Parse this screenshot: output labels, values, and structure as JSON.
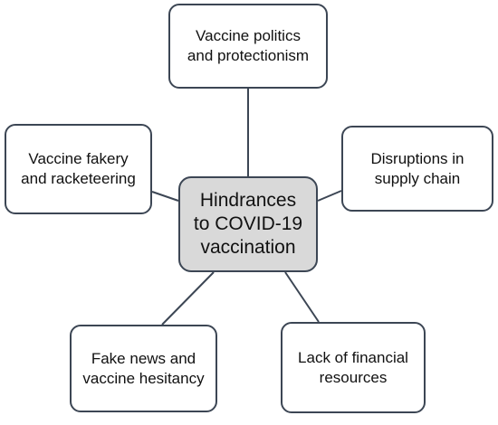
{
  "diagram": {
    "center": {
      "line1": "Hindrances",
      "line2": "to COVID-19",
      "line3": "vaccination"
    },
    "nodes": {
      "top": {
        "line1": "Vaccine politics",
        "line2": "and protectionism"
      },
      "left": {
        "line1": "Vaccine fakery",
        "line2": "and racketeering"
      },
      "right": {
        "line1": "Disruptions in",
        "line2": "supply chain"
      },
      "bottom_left": {
        "line1": "Fake news and",
        "line2": "vaccine hesitancy"
      },
      "bottom_right": {
        "line1": "Lack of financial",
        "line2": "resources"
      }
    },
    "colors": {
      "border": "#3c4654",
      "center_fill": "#d9d9d9",
      "node_fill": "#ffffff",
      "connector": "#3c4654"
    }
  }
}
